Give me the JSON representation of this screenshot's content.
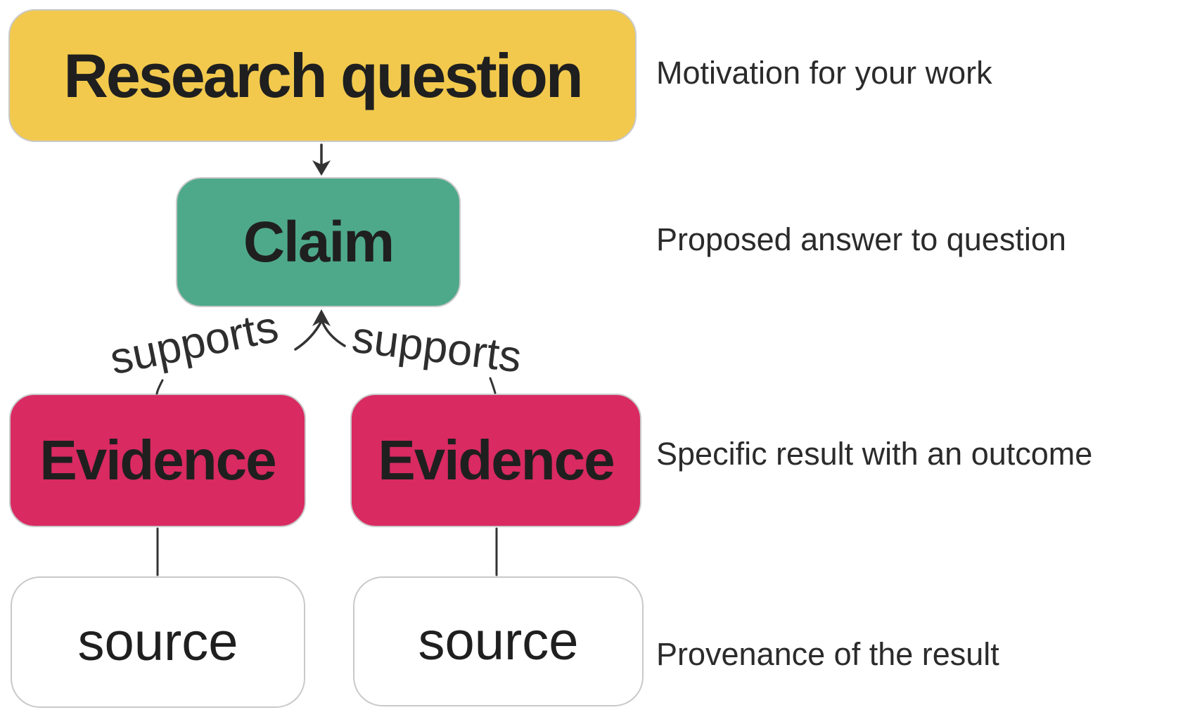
{
  "diagram": {
    "nodes": {
      "research_question": {
        "label": "Research question",
        "fill": "#F2C94D"
      },
      "claim": {
        "label": "Claim",
        "fill": "#4EA98A"
      },
      "evidence_left": {
        "label": "Evidence",
        "fill": "#D92A62"
      },
      "evidence_right": {
        "label": "Evidence",
        "fill": "#D92A62"
      },
      "source_left": {
        "label": "source",
        "fill": "#FFFFFF"
      },
      "source_right": {
        "label": "source",
        "fill": "#FFFFFF"
      }
    },
    "edge_labels": {
      "supports_left": "supports",
      "supports_right": "supports"
    },
    "annotations": {
      "research_question": "Motivation for your work",
      "claim": "Proposed answer to question",
      "evidence": "Specific result with an outcome",
      "source": "Provenance of the result"
    },
    "colors": {
      "connector": "#333333",
      "node_border": "#C9C9C9",
      "node_text": "#1F1F1F",
      "annotation_text": "#2B2B2B",
      "background": "#FFFFFF"
    }
  }
}
